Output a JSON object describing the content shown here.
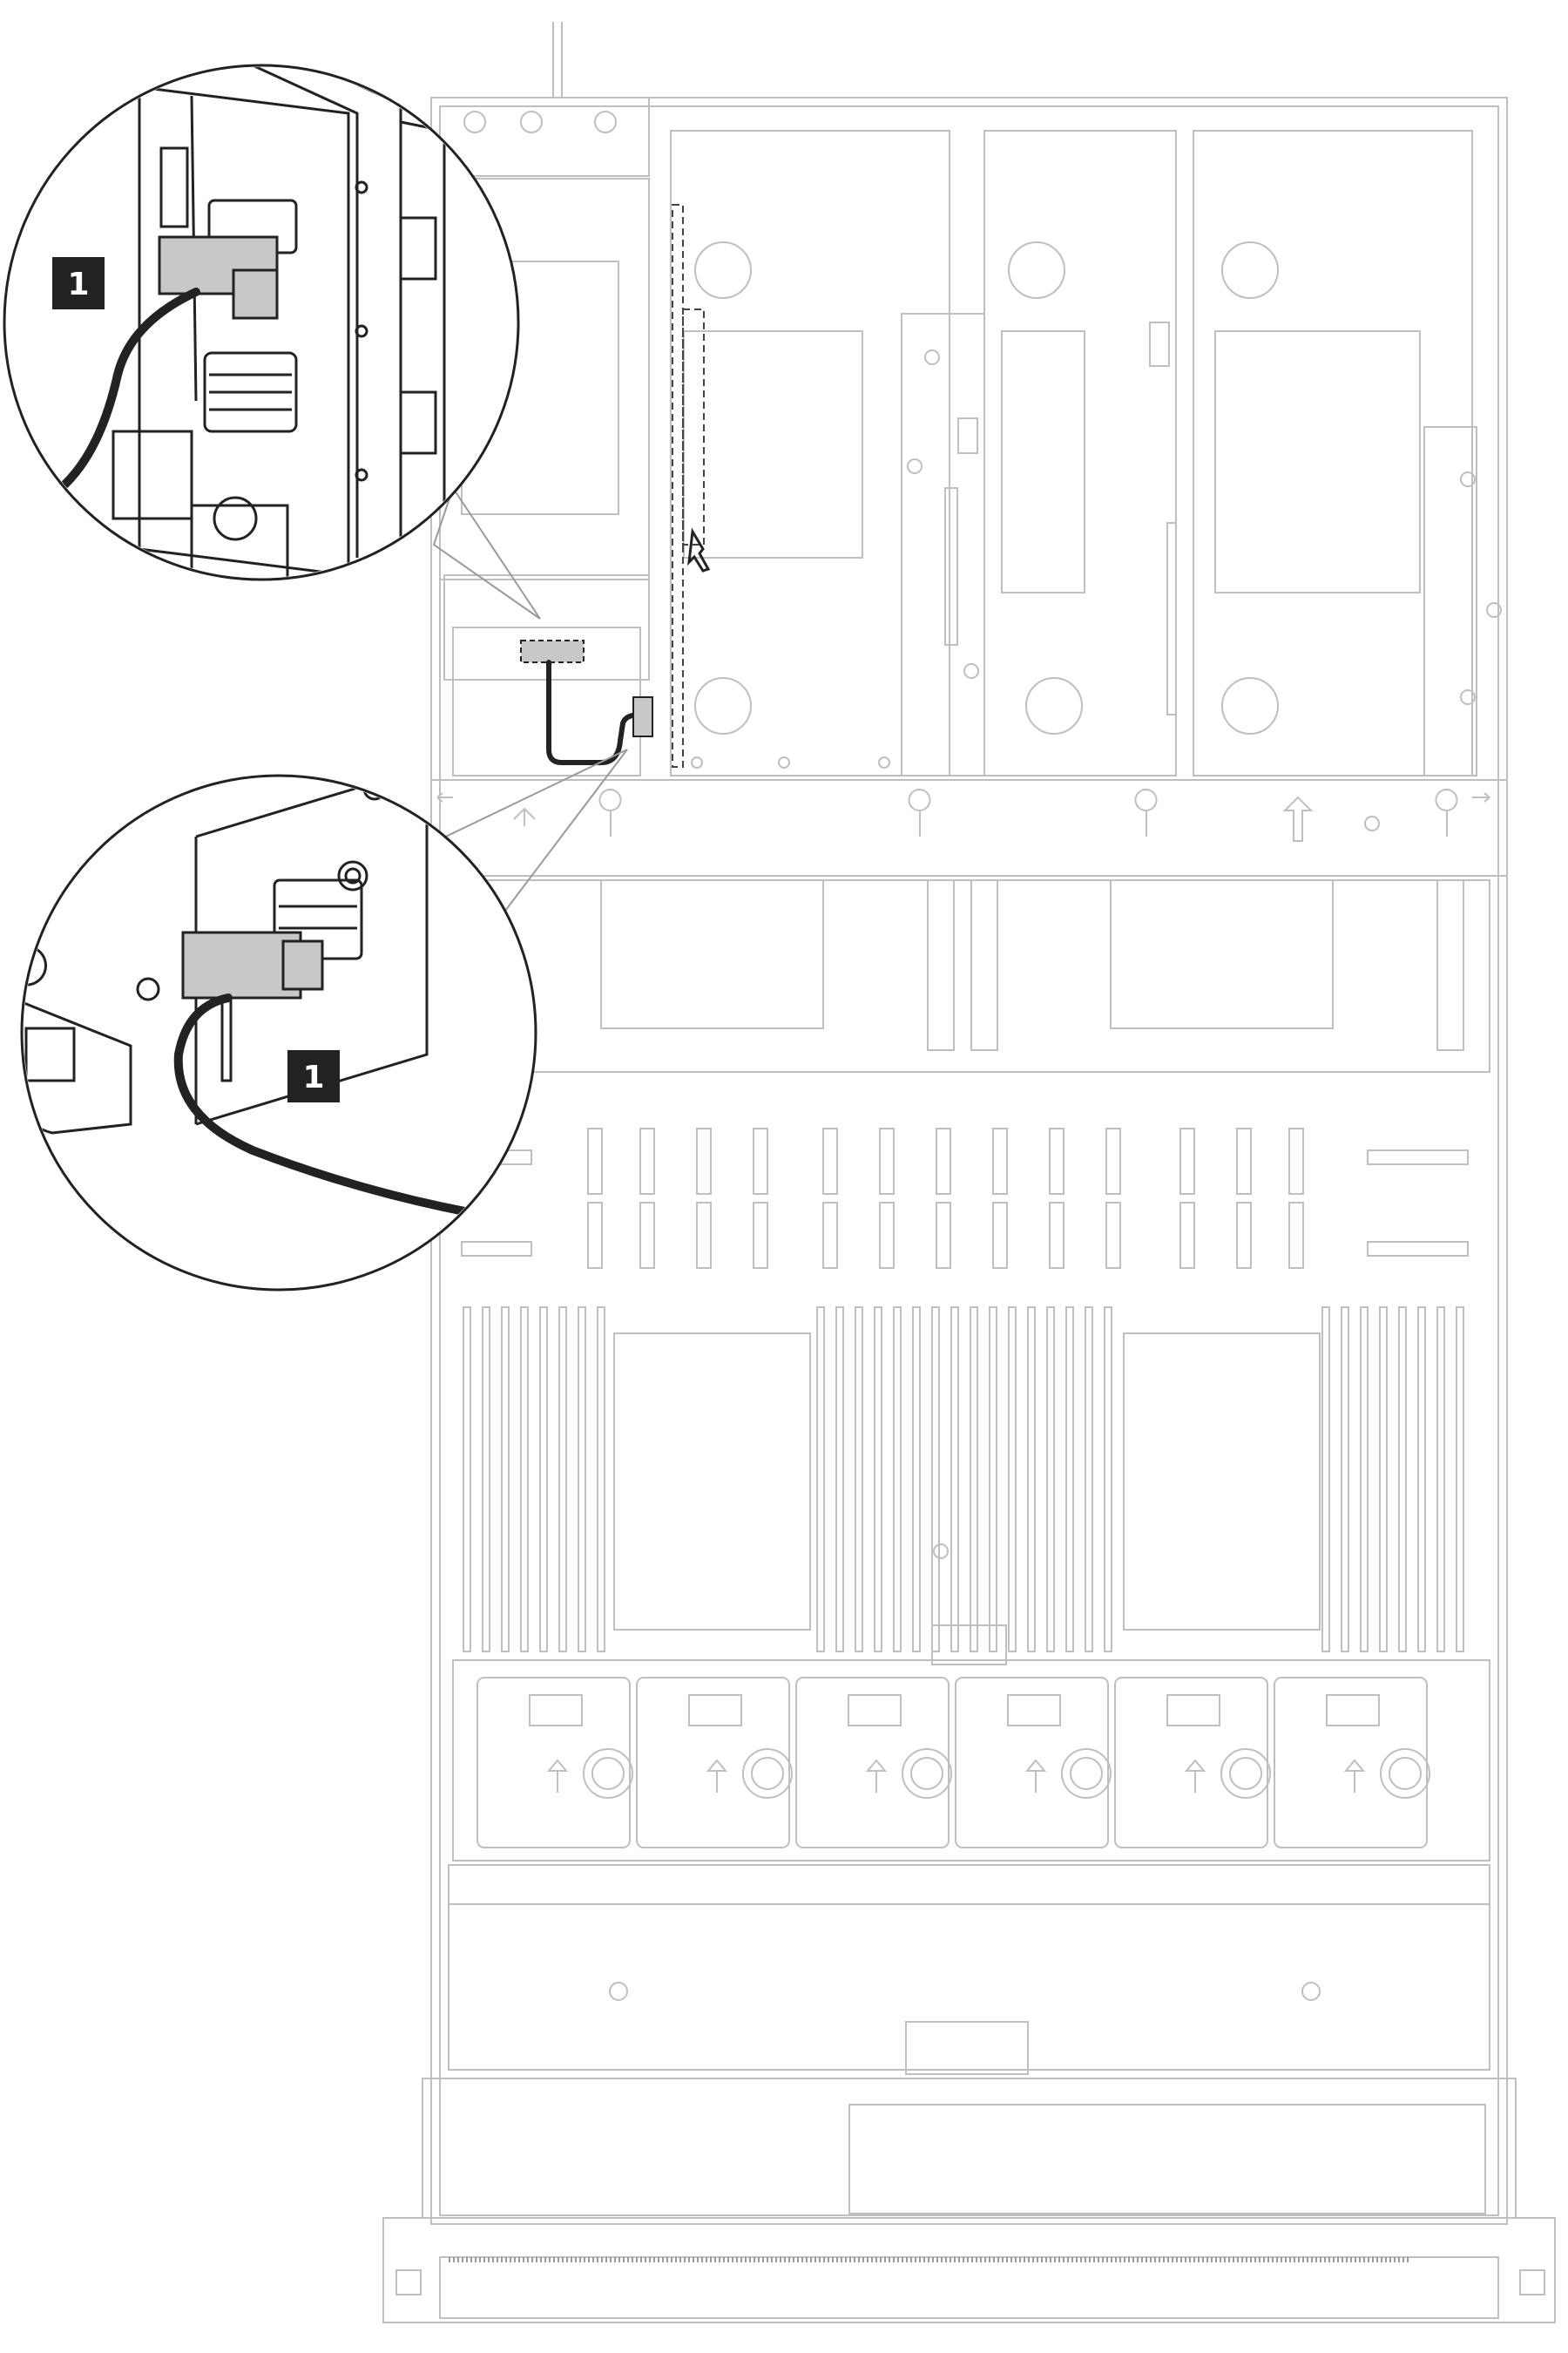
{
  "callouts": [
    {
      "id": "callout-1-top",
      "label": "1"
    },
    {
      "id": "callout-1-bottom",
      "label": "1"
    }
  ],
  "colors": {
    "chassis_line": "#bfbfbf",
    "detail_line": "#222222",
    "cable": "#222222",
    "connector_fill": "#c8c8c8",
    "callout_fill": "#222222"
  },
  "icons": {
    "top_zoom": "cable-connector-detail-icon",
    "bottom_zoom": "cable-connector-detail-icon",
    "fan": "fan-icon",
    "airflow": "airflow-arrow-icon"
  }
}
